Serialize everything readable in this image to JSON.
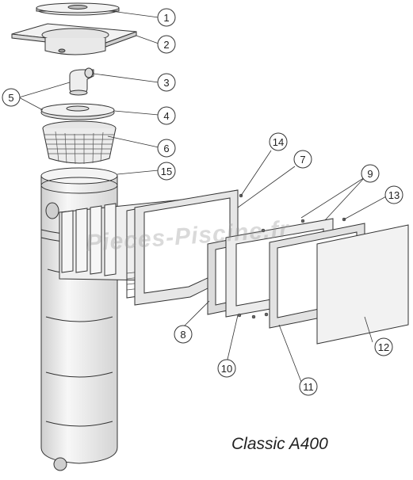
{
  "diagram": {
    "title": "Classic A400",
    "watermark": "Pieces-Piscine.fr",
    "callouts": [
      "1",
      "2",
      "3",
      "4",
      "5",
      "6",
      "7",
      "8",
      "9",
      "10",
      "11",
      "12",
      "13",
      "14",
      "15"
    ]
  },
  "colors": {
    "line": "#333333",
    "part_fill": "#f0f0f0",
    "part_shade": "#d8d8d8",
    "panel_fill": "#f4f4f4"
  }
}
